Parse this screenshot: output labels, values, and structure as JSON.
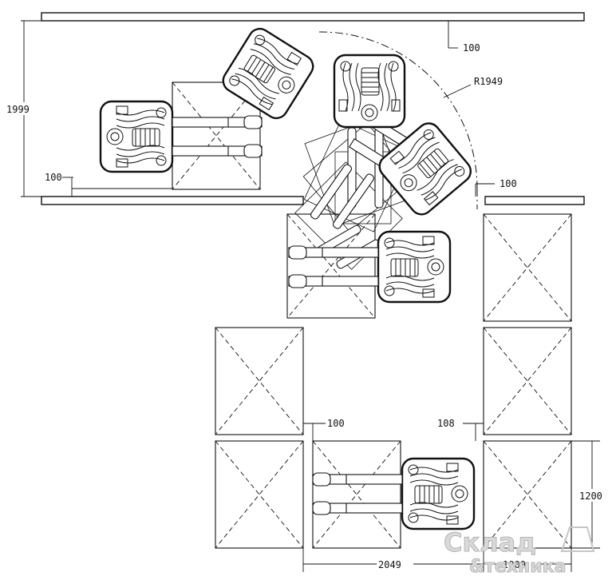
{
  "dimensions": {
    "top_clearance": "100",
    "turn_radius": "R1949",
    "aisle_height": "1999",
    "left_clearance": "100",
    "right_clearance": "100",
    "bottom_gap_left": "100",
    "bottom_gap_right": "108",
    "pallet_depth": "1200",
    "bottom_width": "2049",
    "bottom_width_right": "1000"
  },
  "watermark": {
    "line1": "Склад",
    "line2": "&техника"
  }
}
